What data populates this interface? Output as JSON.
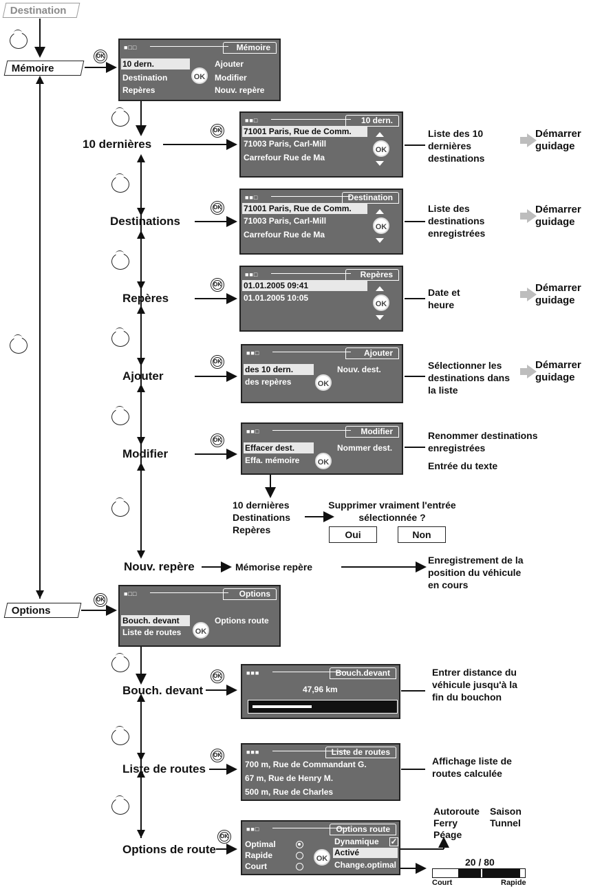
{
  "top": {
    "destination": "Destination",
    "memoire": "Mémoire",
    "options": "Options"
  },
  "memory_screen": {
    "title": "Mémoire",
    "left": [
      "10 dern.",
      "Destination",
      "Repères"
    ],
    "right": [
      "Ajouter",
      "Modifier",
      "Nouv. repère"
    ],
    "ok": "OK"
  },
  "items": {
    "dernieres": "10 dernières",
    "destinations": "Destinations",
    "reperes": "Repères",
    "ajouter": "Ajouter",
    "modifier": "Modifier",
    "nouv_repere": "Nouv. repère"
  },
  "scr_last": {
    "title": "10 dern.",
    "rows": [
      "71001 Paris, Rue de Comm.",
      "71003 Paris, Carl-Mill",
      "Carrefour Rue de Ma"
    ]
  },
  "scr_dest": {
    "title": "Destination",
    "rows": [
      "71001 Paris, Rue de Comm.",
      "71003 Paris, Carl-Mill",
      "Carrefour Rue de Ma"
    ]
  },
  "scr_rep": {
    "title": "Repères",
    "rows": [
      "01.01.2005  09:41",
      "01.01.2005  10:05"
    ]
  },
  "scr_add": {
    "title": "Ajouter",
    "left": [
      "des 10 dern.",
      "des repères"
    ],
    "right": "Nouv. dest."
  },
  "scr_mod": {
    "title": "Modifier",
    "left": [
      "Effacer dest.",
      "Effa. mémoire"
    ],
    "right": "Nommer dest."
  },
  "notes": {
    "last": "Liste des 10 dernières destinations",
    "dest": "Liste des destinations enregistrées",
    "rep": "Date et heure",
    "add": "Sélectionner les destinations dans la liste",
    "mod1": "Renommer destinations enregistrées",
    "mod2": "Entrée du texte",
    "newrep_mid": "Mémorise repère",
    "newrep": "Enregistrement de la position du véhicule en cours",
    "traffic": "Entrer distance du véhicule jusqu'à la fin du bouchon",
    "routes": "Affichage liste de routes calculée"
  },
  "go": "Démarrer guidage",
  "delete": {
    "list": [
      "10 dernières",
      "Destinations",
      "Repères"
    ],
    "question": "Supprimer vraiment l'entrée sélectionnée ?",
    "yes": "Oui",
    "no": "Non"
  },
  "options_screen": {
    "title": "Options",
    "left": [
      "Bouch. devant",
      "Liste de routes"
    ],
    "right": "Options route"
  },
  "opt_items": {
    "bouch": "Bouch. devant",
    "liste": "Liste de routes",
    "route": "Options de route"
  },
  "scr_bouch": {
    "title": "Bouch.devant",
    "value": "47,96 km",
    "fill_fraction": 0.42
  },
  "scr_liste": {
    "title": "Liste de routes",
    "rows": [
      "700 m, Rue de Commandant G.",
      "67 m, Rue de Henry M.",
      "500 m, Rue de Charles"
    ]
  },
  "scr_route": {
    "title": "Options route",
    "left": [
      "Optimal",
      "Rapide",
      "Court"
    ],
    "selected": "Optimal",
    "right": [
      "Dynamique",
      "Activé",
      "Change.optimal"
    ]
  },
  "avoid": [
    "Autoroute",
    "Saison",
    "Ferry",
    "Tunnel",
    "Péage"
  ],
  "slider": {
    "value": "20 / 80",
    "left": "Court",
    "right": "Rapide",
    "fill_fraction": 0.25
  }
}
